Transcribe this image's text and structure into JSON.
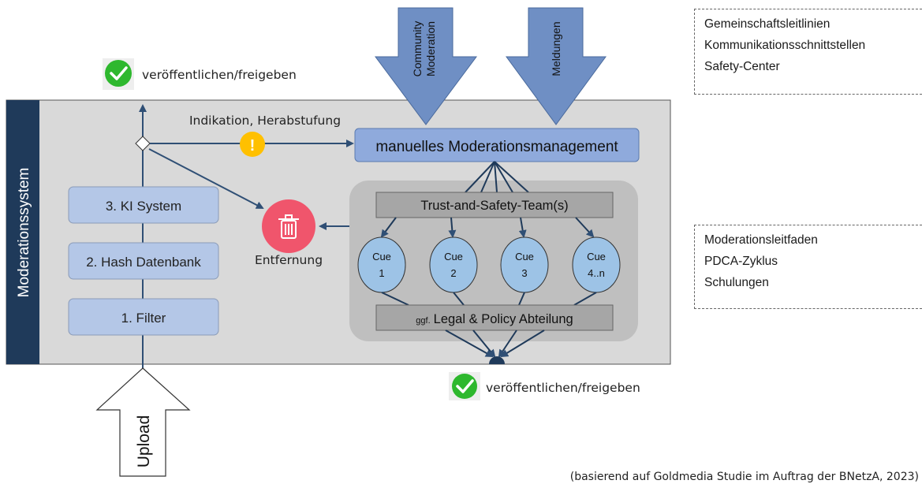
{
  "system_label": "Moderationssystem",
  "pipeline": {
    "filter": "1. Filter",
    "hash": "2. Hash Datenbank",
    "ki": "3. KI System"
  },
  "upload_label": "Upload",
  "publish_top": "veröffentlichen/freigeben",
  "publish_bottom": "veröffentlichen/freigeben",
  "indication_label": "Indikation, Herabstufung",
  "removal_label": "Entfernung",
  "manual_mgmt": "manuelles Moderationsmanagement",
  "input_arrows": {
    "community_line1": "Community",
    "community_line2": "Moderation",
    "reports": "Meldungen"
  },
  "trust_team": "Trust-and-Safety-Team(s)",
  "cues": [
    {
      "line1": "Cue",
      "line2": "1"
    },
    {
      "line1": "Cue",
      "line2": "2"
    },
    {
      "line1": "Cue",
      "line2": "3"
    },
    {
      "line1": "Cue",
      "line2": "4..n"
    }
  ],
  "legal": {
    "prefix": "ggf.",
    "main": "Legal & Policy Abteilung"
  },
  "side_top": [
    "Gemeinschaftsleitlinien",
    "Kommunikationsschnittstellen",
    "Safety-Center"
  ],
  "side_bottom": [
    "Moderationsleitfaden",
    "PDCA-Zyklus",
    "Schulungen"
  ],
  "source_note": "(basierend auf Goldmedia Studie im Auftrag der BNetzA, 2023)",
  "colors": {
    "panel": "#d9d9d9",
    "sidebar": "#1f3a5a",
    "stage_fill": "#b4c7e7",
    "manual_fill": "#8faadc",
    "input_arrow": "#6f8fc4",
    "grey_box": "#a6a6a6",
    "cue_fill": "#9dc3e6",
    "line": "#2f4f75",
    "check": "#2eb82e",
    "warn": "#ffc000",
    "trash": "#f0556c"
  }
}
